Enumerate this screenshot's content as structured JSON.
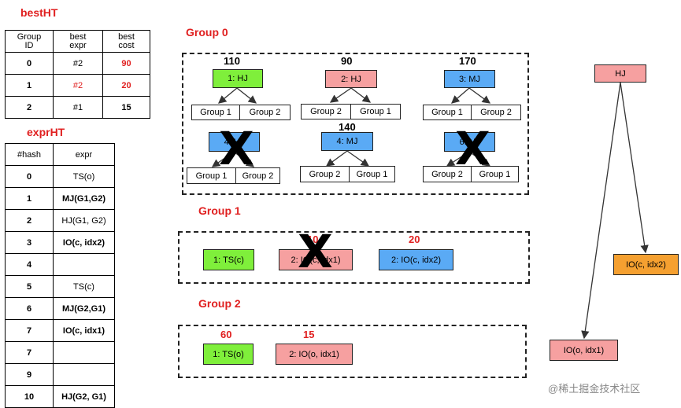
{
  "bestHT": {
    "title": "bestHT",
    "headers": [
      "Group\nID",
      "best\nexpr",
      "best\ncost"
    ],
    "rows": [
      {
        "id": "0",
        "expr": "#2",
        "cost": "90",
        "expr_red": false,
        "cost_red": true
      },
      {
        "id": "1",
        "expr": "#2",
        "cost": "20",
        "expr_red": true,
        "cost_red": true
      },
      {
        "id": "2",
        "expr": "#1",
        "cost": "15",
        "expr_red": false,
        "cost_red": false
      }
    ]
  },
  "exprHT": {
    "title": "exprHT",
    "headers": [
      "#hash",
      "expr"
    ],
    "rows": [
      {
        "hash": "0",
        "expr": "TS(o)",
        "bold": false
      },
      {
        "hash": "1",
        "expr": "MJ(G1,G2)",
        "bold": true
      },
      {
        "hash": "2",
        "expr": "HJ(G1, G2)",
        "bold": false
      },
      {
        "hash": "3",
        "expr": "IO(c, idx2)",
        "bold": true
      },
      {
        "hash": "4",
        "expr": "",
        "bold": false
      },
      {
        "hash": "5",
        "expr": "TS(c)",
        "bold": false
      },
      {
        "hash": "6",
        "expr": "MJ(G2,G1)",
        "bold": true
      },
      {
        "hash": "7",
        "expr": "IO(c, idx1)",
        "bold": true
      },
      {
        "hash": "7",
        "expr": "",
        "bold": false
      },
      {
        "hash": "9",
        "expr": "",
        "bold": false
      },
      {
        "hash": "10",
        "expr": "HJ(G2, G1)",
        "bold": true
      }
    ]
  },
  "group0": {
    "title": "Group 0",
    "costs": [
      "110",
      "90",
      "170",
      "140"
    ],
    "exprs": [
      "1: HJ",
      "2: HJ",
      "3: MJ",
      "4: HJ",
      "4: MJ",
      "6: NJ"
    ],
    "children": [
      [
        "Group 1",
        "Group 2"
      ],
      [
        "Group 2",
        "Group 1"
      ],
      [
        "Group 1",
        "Group 2"
      ],
      [
        "Group 1",
        "Group 2"
      ],
      [
        "Group 2",
        "Group 1"
      ],
      [
        "Group 2",
        "Group 1"
      ]
    ]
  },
  "group1": {
    "title": "Group 1",
    "costs": [
      "10",
      "20"
    ],
    "exprs": [
      "1: TS(c)",
      "2: IO(c, idx1)",
      "2: IO(c, idx2)"
    ]
  },
  "group2": {
    "title": "Group 2",
    "costs": [
      "60",
      "15"
    ],
    "exprs": [
      "1: TS(o)",
      "2: IO(o, idx1)"
    ]
  },
  "plan": {
    "root": "HJ",
    "right": "IO(c, idx2)",
    "left": "IO(o, idx1)"
  },
  "pruned_mark": "X",
  "watermark": "@稀土掘金技术社区",
  "colors": {
    "title_red": "#e02020",
    "green": "#7fef3b",
    "pink": "#f6a0a0",
    "blue": "#5aaaf5",
    "orange": "#f5a030"
  }
}
